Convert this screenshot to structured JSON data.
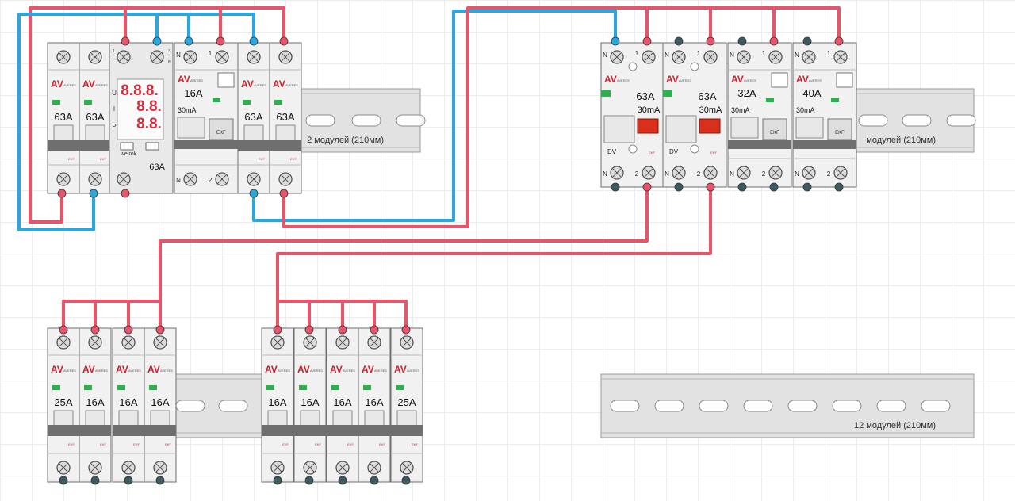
{
  "colors": {
    "phase": "#e8546a",
    "neutral": "#2aa8de",
    "rail": "#e2e2e2",
    "body": "#f1f1f1",
    "lcd": "#e0283c",
    "test_button": "#d9301e"
  },
  "brand": {
    "logo": "AV",
    "name": "AVERES",
    "ekf": "EKF"
  },
  "meter": {
    "display": [
      "8.8.8.",
      "8.8.",
      "8.8."
    ],
    "row_labels": [
      "U",
      "I",
      "P"
    ],
    "maker": "welrok",
    "rating": "63A",
    "terminals": [
      "1",
      "3",
      "L",
      "N"
    ]
  },
  "terminal_marks": {
    "n": "N",
    "top": "1",
    "bottom": "2",
    "dv": "DV"
  },
  "panel_top_left": {
    "main_breaker": "63A",
    "rcd": {
      "rating": "16A",
      "leakage": "30mA"
    },
    "breaker2": "63A",
    "rail_label": "2 модулей (210мм)"
  },
  "panel_top_right": {
    "difs": [
      {
        "rating": "63A",
        "leakage": "30mA"
      },
      {
        "rating": "63A",
        "leakage": "30mA"
      }
    ],
    "rcds": [
      {
        "rating": "32A",
        "leakage": "30mA"
      },
      {
        "rating": "40A",
        "leakage": "30mA"
      }
    ],
    "rail_label": "модулей (210мм)"
  },
  "panel_bottom_left": {
    "breakers": [
      "25A",
      "16A",
      "16A",
      "16A"
    ]
  },
  "panel_bottom_mid": {
    "breakers": [
      "16A",
      "16A",
      "16A",
      "16A",
      "25A"
    ]
  },
  "panel_bottom_right": {
    "rail_label": "12 модулей (210мм)"
  }
}
